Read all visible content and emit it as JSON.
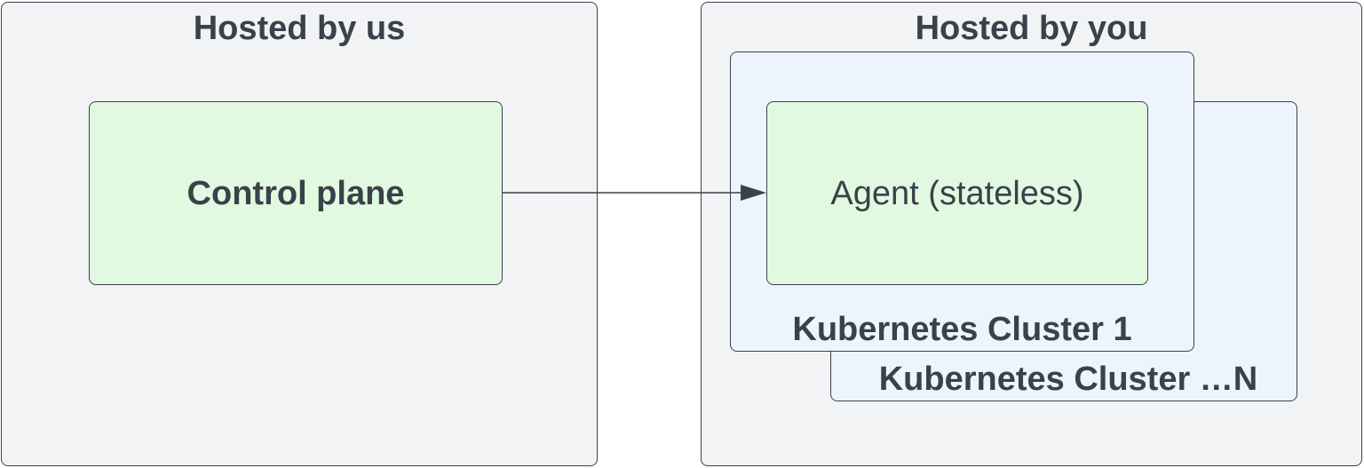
{
  "hosted_by_us": {
    "title": "Hosted by us",
    "control_plane_label": "Control plane"
  },
  "hosted_by_you": {
    "title": "Hosted by you",
    "agent_label": "Agent (stateless)",
    "cluster_1_label": "Kubernetes Cluster 1",
    "cluster_n_label": "Kubernetes Cluster …N"
  },
  "colors": {
    "outer_fill": "#f2f3f5",
    "cluster_fill": "#edf4fe",
    "node_fill": "#e1f9e0",
    "stroke": "#3a414a"
  }
}
